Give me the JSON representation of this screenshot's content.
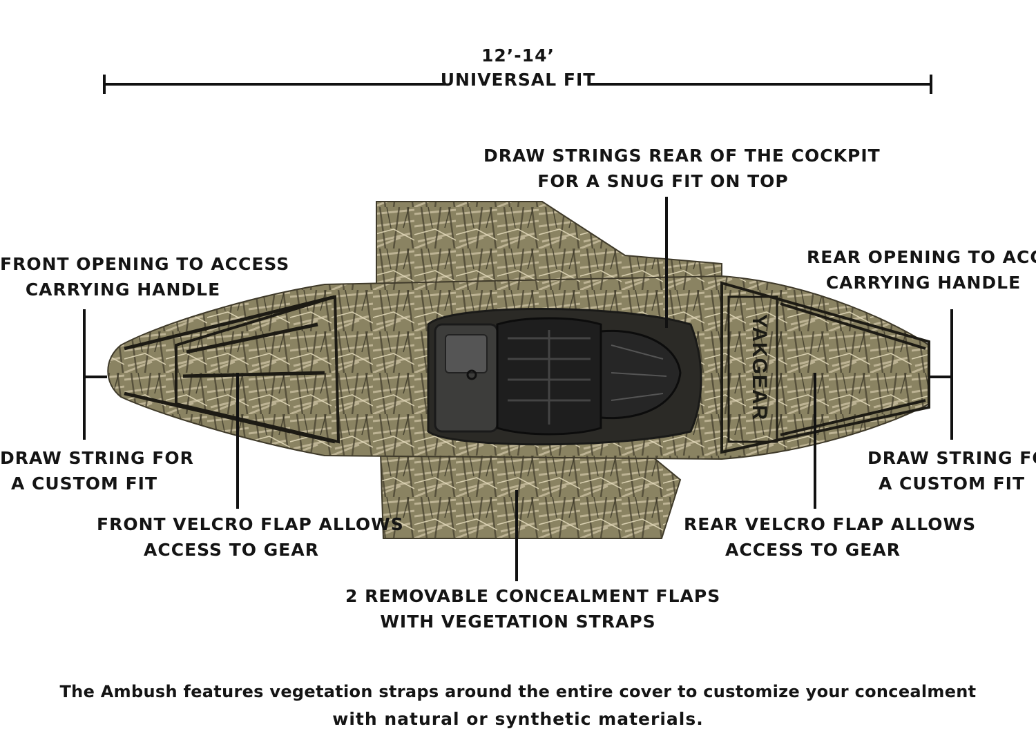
{
  "dimension": {
    "length": "12’-14’",
    "fit": "UNIVERSAL FIT"
  },
  "callouts": {
    "draw_strings_rear": [
      "DRAW STRINGS REAR OF THE COCKPIT",
      "FOR A SNUG FIT ON TOP"
    ],
    "front_opening": [
      "FRONT OPENING TO ACCESS",
      "CARRYING HANDLE"
    ],
    "rear_opening": [
      "REAR OPENING TO ACCESS",
      "CARRYING HANDLE"
    ],
    "draw_string_left": [
      "DRAW STRING FOR",
      "A CUSTOM FIT"
    ],
    "draw_string_right": [
      "DRAW STRING FOR",
      "A CUSTOM FIT"
    ],
    "front_velcro": [
      "FRONT VELCRO FLAP ALLOWS",
      "ACCESS TO GEAR"
    ],
    "rear_velcro": [
      "REAR VELCRO FLAP ALLOWS",
      "ACCESS TO GEAR"
    ],
    "concealment_flaps": [
      "2 REMOVABLE CONCEALMENT FLAPS",
      "WITH VEGETATION STRAPS"
    ]
  },
  "brand_mark": "YAKGEAR",
  "caption": [
    "The Ambush features vegetation straps around the entire cover to customize your concealment",
    "with natural or synthetic materials."
  ],
  "colors": {
    "camo_base": "#8a8362",
    "camo_dark": "#3f3a2a",
    "camo_light": "#c9c0a0",
    "seat": "#2a2a2a",
    "line": "#111111"
  }
}
